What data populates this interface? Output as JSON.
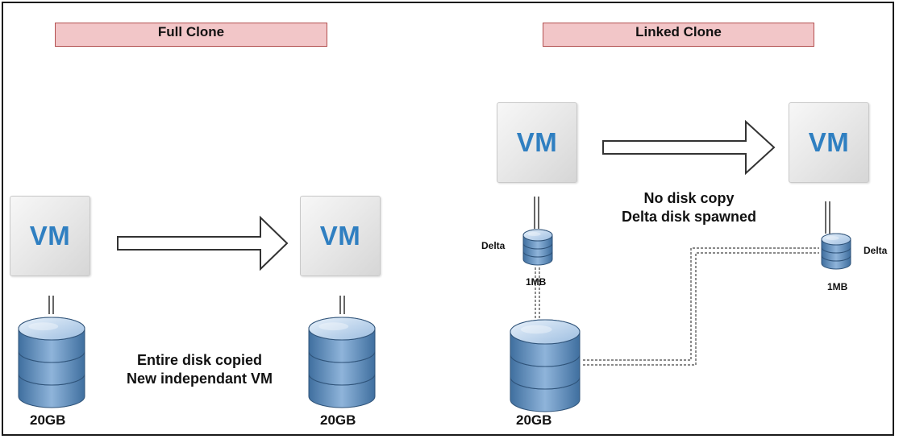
{
  "full_clone": {
    "title": "Full Clone",
    "source_vm": "VM",
    "target_vm": "VM",
    "caption_line1": "Entire disk copied",
    "caption_line2": "New independant VM",
    "source_disk_size": "20GB",
    "target_disk_size": "20GB"
  },
  "linked_clone": {
    "title": "Linked Clone",
    "source_vm": "VM",
    "target_vm": "VM",
    "caption_line1": "No disk copy",
    "caption_line2": "Delta disk spawned",
    "source_delta_label": "Delta",
    "source_delta_size": "1MB",
    "target_delta_label": "Delta",
    "target_delta_size": "1MB",
    "base_disk_size": "20GB"
  },
  "colors": {
    "title_fill": "#f2c6c8",
    "title_border": "#b35050",
    "vm_text": "#2f7fc1",
    "disk_blue": "#6d97c3"
  }
}
